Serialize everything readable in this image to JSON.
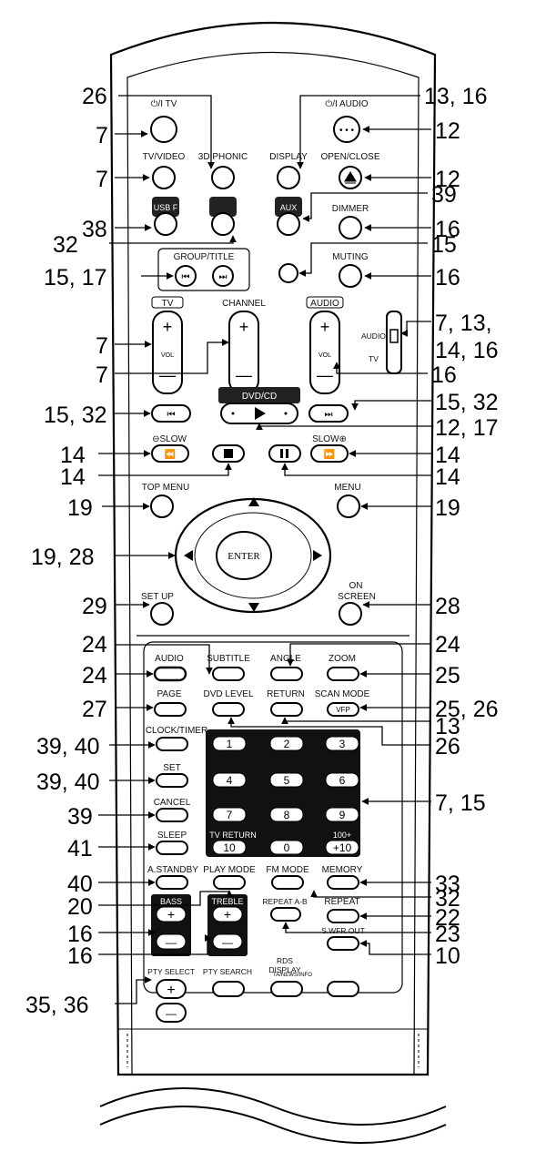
{
  "labels": {
    "power_tv": "⏻/I TV",
    "power_audio": "⏻/I AUDIO",
    "tv_video": "TV/VIDEO",
    "phonic": "3D PHONIC",
    "display": "DISPLAY",
    "open_close": "OPEN/CLOSE",
    "usb": "USB F",
    "aux": "AUX",
    "dimmer": "DIMMER",
    "group_title": "GROUP/TITLE",
    "muting": "MUTING",
    "tv": "TV",
    "channel": "CHANNEL",
    "audio_box": "AUDIO",
    "vol": "VOL",
    "switch_audio": "AUDIO",
    "switch_tv": "TV",
    "dvd_cd": "DVD/CD",
    "slow_minus": "⊖SLOW",
    "slow_plus": "SLOW⊕",
    "top_menu": "TOP MENU",
    "menu": "MENU",
    "enter": "ENTER",
    "set_up": "SET UP",
    "on_screen_1": "ON",
    "on_screen_2": "SCREEN",
    "audio": "AUDIO",
    "subtitle": "SUBTITLE",
    "angle": "ANGLE",
    "zoom": "ZOOM",
    "page": "PAGE",
    "dvd_level": "DVD LEVEL",
    "return": "RETURN",
    "scan_mode": "SCAN MODE",
    "vfp": "VFP",
    "clock_timer": "CLOCK/TIMER",
    "set": "SET",
    "cancel": "CANCEL",
    "sleep": "SLEEP",
    "tv_return": "TV RETURN",
    "hundred_plus": "100+",
    "plus_ten": "+10",
    "ten": "10",
    "a_standby": "A.STANDBY",
    "play_mode": "PLAY MODE",
    "fm_mode": "FM MODE",
    "memory": "MEMORY",
    "bass": "BASS",
    "treble": "TREBLE",
    "repeat_ab": "REPEAT A-B",
    "repeat": "REPEAT",
    "swfr_out": "S.WFR OUT",
    "rds_1": "RDS",
    "rds_2": "DISPLAY",
    "pty_select": "PTY SELECT",
    "pty_search": "PTY SEARCH",
    "ta_news": "TA/NEWS/INFO"
  },
  "keypad": [
    "1",
    "2",
    "3",
    "4",
    "5",
    "6",
    "7",
    "8",
    "9",
    "0"
  ],
  "callouts": {
    "c26": "26",
    "c13_16": "13, 16",
    "c7_a": "7",
    "c12_a": "12",
    "c7_b": "7",
    "c12_b": "12",
    "c39_a": "39",
    "c38": "38",
    "c16_a": "16",
    "c32_a": "32",
    "c15_a": "15",
    "c15_17": "15, 17",
    "c16_b": "16",
    "c7_13_1": "7, 13,",
    "c7_13_2": "14, 16",
    "c7_c": "7",
    "c7_d": "7",
    "c16_c": "16",
    "c15_32_l": "15, 32",
    "c15_32_r": "15, 32",
    "c12_17": "12, 17",
    "c14_a": "14",
    "c14_b": "14",
    "c14_c": "14",
    "c14_d": "14",
    "c19_a": "19",
    "c19_b": "19",
    "c19_28": "19, 28",
    "c29": "29",
    "c28": "28",
    "c24_a": "24",
    "c24_b": "24",
    "c24_c": "24",
    "c25": "25",
    "c27": "27",
    "c25_26": "25, 26",
    "c13": "13",
    "c39_40_a": "39, 40",
    "c26_b": "26",
    "c39_40_b": "39, 40",
    "c7_15": "7, 15",
    "c39_b": "39",
    "c41": "41",
    "c40": "40",
    "c33": "33",
    "c20": "20",
    "c32_b": "32",
    "c22": "22",
    "c16_d": "16",
    "c23": "23",
    "c16_e": "16",
    "c10": "10",
    "c35_36": "35, 36"
  }
}
